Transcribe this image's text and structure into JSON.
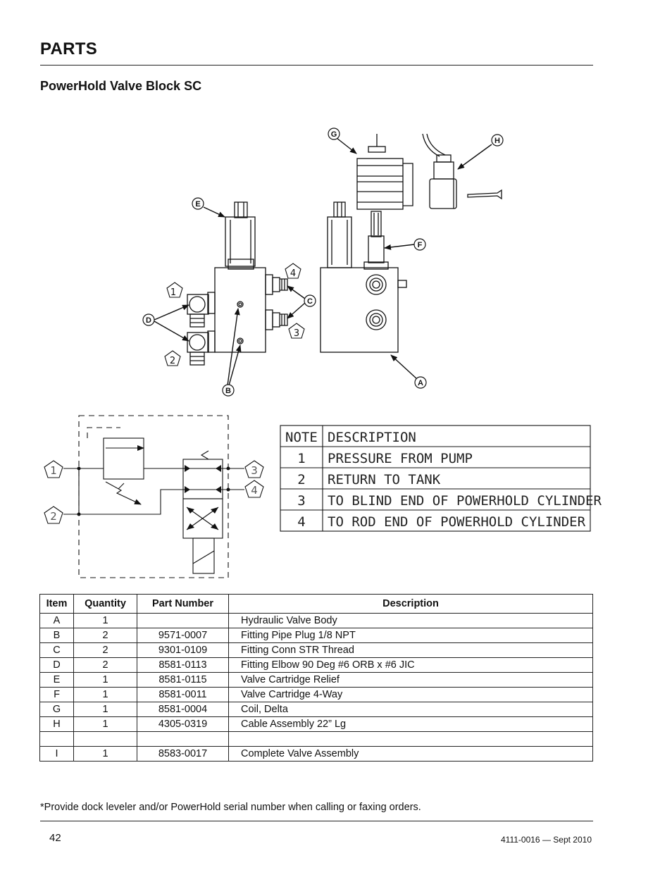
{
  "header": {
    "title": "PARTS",
    "subtitle": "PowerHold Valve Block SC"
  },
  "callouts": {
    "letters": [
      "A",
      "B",
      "C",
      "D",
      "E",
      "F",
      "G",
      "H"
    ],
    "ports": [
      "1",
      "2",
      "3",
      "4"
    ]
  },
  "schematic_ports": [
    "1",
    "2",
    "3",
    "4"
  ],
  "notes_table": {
    "headers": [
      "NOTE",
      "DESCRIPTION"
    ],
    "rows": [
      {
        "note": "1",
        "description": "PRESSURE FROM PUMP"
      },
      {
        "note": "2",
        "description": "RETURN TO TANK"
      },
      {
        "note": "3",
        "description": "TO BLIND END OF POWERHOLD CYLINDER"
      },
      {
        "note": "4",
        "description": "TO ROD END OF POWERHOLD CYLINDER"
      }
    ]
  },
  "parts_table": {
    "headers": {
      "item": "Item",
      "quantity": "Quantity",
      "part_number": "Part Number",
      "description": "Description"
    },
    "rows": [
      {
        "item": "A",
        "quantity": "1",
        "part_number": "",
        "description": "Hydraulic Valve Body"
      },
      {
        "item": "B",
        "quantity": "2",
        "part_number": "9571-0007",
        "description": "Fitting Pipe Plug 1/8 NPT"
      },
      {
        "item": "C",
        "quantity": "2",
        "part_number": "9301-0109",
        "description": "Fitting Conn STR Thread"
      },
      {
        "item": "D",
        "quantity": "2",
        "part_number": "8581-0113",
        "description": "Fitting Elbow 90 Deg #6 ORB x #6 JIC"
      },
      {
        "item": "E",
        "quantity": "1",
        "part_number": "8581-0115",
        "description": "Valve Cartridge Relief"
      },
      {
        "item": "F",
        "quantity": "1",
        "part_number": "8581-0011",
        "description": "Valve Cartridge 4-Way"
      },
      {
        "item": "G",
        "quantity": "1",
        "part_number": "8581-0004",
        "description": "Coil, Delta"
      },
      {
        "item": "H",
        "quantity": "1",
        "part_number": "4305-0319",
        "description": "Cable Assembly 22” Lg"
      },
      {
        "item": "",
        "quantity": "",
        "part_number": "",
        "description": ""
      },
      {
        "item": "I",
        "quantity": "1",
        "part_number": "8583-0017",
        "description": "Complete Valve Assembly"
      }
    ]
  },
  "footer": {
    "footnote": "*Provide dock leveler and/or PowerHold serial number when calling or faxing orders.",
    "page_number": "42",
    "doc_id": "4111-0016 — Sept 2010"
  }
}
